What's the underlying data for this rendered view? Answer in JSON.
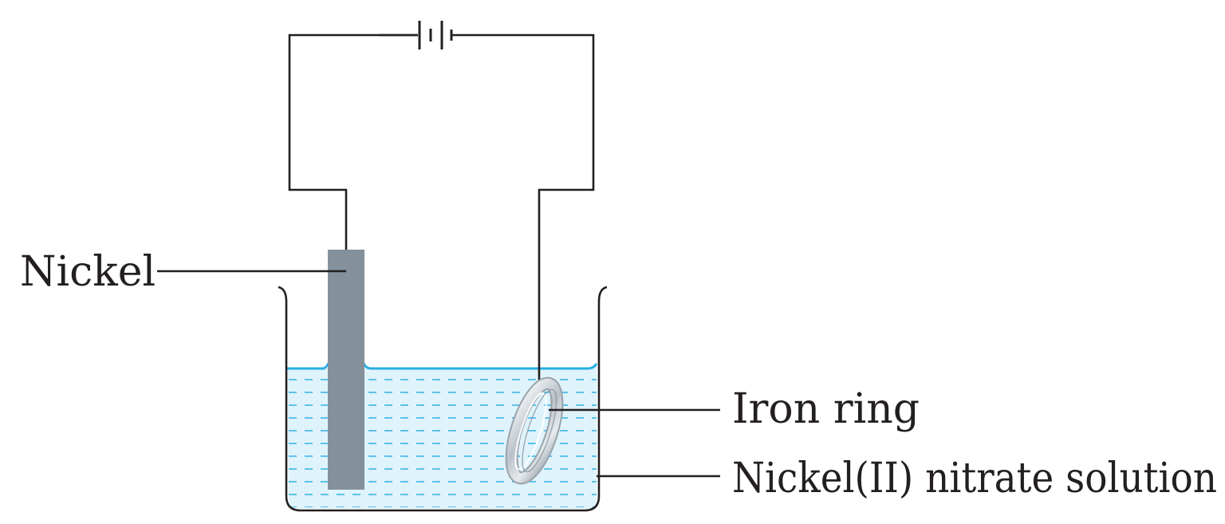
{
  "diagram": {
    "labels": {
      "nickel": "Nickel",
      "iron_ring": "Iron ring",
      "solution": "Nickel(II) nitrate solution"
    },
    "colors": {
      "line": "#231f20",
      "nickel_electrode": "#84919a",
      "solution_fill": "#dff3fb",
      "solution_surface": "#29aee3",
      "solution_dash": "#3bb5e6",
      "ring": "#c7ced4"
    }
  }
}
